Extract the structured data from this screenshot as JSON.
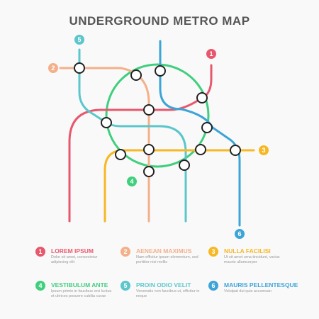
{
  "title": "UNDERGROUND METRO MAP",
  "colors": {
    "red": "#e8586d",
    "orange": "#f3b08a",
    "yellow": "#f6b823",
    "green": "#3fcf7d",
    "teal": "#5bc6cb",
    "blue": "#3da4d8"
  },
  "map_badges": [
    "1",
    "2",
    "3",
    "4",
    "5",
    "6"
  ],
  "legend": [
    {
      "num": "1",
      "name": "LOREM IPSUM",
      "color": "#e8586d",
      "desc": "Dolor sit amet, consectetur adipiscing elit"
    },
    {
      "num": "2",
      "name": "AENEAN MAXIMUS",
      "color": "#f3b08a",
      "desc": "Nam efficitur ipsum elementum, sed porttitor nisi mollis"
    },
    {
      "num": "3",
      "name": "NULLA FACILISI",
      "color": "#f6b823",
      "desc": "Ut sit amet urna tincidunt, varius mauris ullamcorper"
    },
    {
      "num": "4",
      "name": "VESTIBULUM ANTE",
      "color": "#3fcf7d",
      "desc": "Ipsum primis in faucibus orci luctus et ultrices posuere cubilia curae"
    },
    {
      "num": "5",
      "name": "PROIN ODIO VELIT",
      "color": "#5bc6cb",
      "desc": "Venenatis non faucibus ut, efficitur in neque"
    },
    {
      "num": "6",
      "name": "MAURIS PELLENTESQUE",
      "color": "#3da4d8",
      "desc": "Volutpat dui quis accumsan"
    }
  ]
}
